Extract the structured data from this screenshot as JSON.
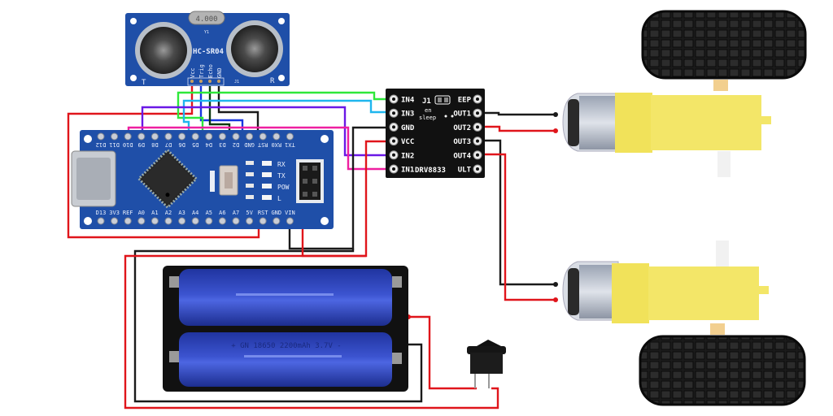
{
  "diagram": {
    "title": "Arduino Nano obstacle-avoiding car wiring",
    "colors": {
      "background": "#ffffff",
      "pcb_blue": "#1f4fa8",
      "driver_black": "#111111",
      "battery_blue": "#2b3fb0",
      "motor_yellow": "#f1e25a",
      "wire_red": "#e0151b",
      "wire_black": "#1a1a1a",
      "wire_green": "#2ee83a",
      "wire_cyan": "#1fb6ee",
      "wire_purple": "#6a18e6",
      "wire_magenta": "#ee1fa0",
      "wire_blue": "#1736e0",
      "wire_darkgreen": "#0c3a10"
    },
    "sensor": {
      "name": "HC-SR04",
      "crystal": "4.000",
      "crystal_ref": "Y1",
      "header_ref": "J1",
      "left_mark": "T",
      "right_mark": "R",
      "pins": [
        "Vcc",
        "Trig",
        "Echo",
        "GND"
      ]
    },
    "driver": {
      "name": "DRV8833",
      "jumper": "J1",
      "jumper_notes": [
        "en",
        "sleep"
      ],
      "left_pins": [
        "IN4",
        "IN3",
        "GND",
        "VCC",
        "IN2",
        "IN1"
      ],
      "right_pins": [
        "EEP",
        "OUT1",
        "OUT2",
        "OUT3",
        "OUT4",
        "ULT"
      ]
    },
    "nano": {
      "top_pins": [
        "D12",
        "D11",
        "D10",
        "D9",
        "D8",
        "D7",
        "D6",
        "D5",
        "D4",
        "D3",
        "D2",
        "GND",
        "RST",
        "RX0",
        "TX1"
      ],
      "bottom_pins": [
        "D13",
        "3V3",
        "REF",
        "A0",
        "A1",
        "A2",
        "A3",
        "A4",
        "A5",
        "A6",
        "A7",
        "5V",
        "RST",
        "GND",
        "VIN"
      ],
      "leds": [
        "RX",
        "TX",
        "POW",
        "L"
      ]
    },
    "battery": {
      "label": "+ GN 18650 2200mAh 3.7V -",
      "cells": 2
    },
    "switch": {
      "name": "rocker switch"
    },
    "motors": [
      {
        "name": "motor-top"
      },
      {
        "name": "motor-bottom"
      }
    ],
    "connections": [
      {
        "from": "HC-SR04 Vcc",
        "to": "Nano 5V",
        "color": "red"
      },
      {
        "from": "HC-SR04 Trig",
        "to": "Nano D2",
        "color": "blue"
      },
      {
        "from": "HC-SR04 Echo",
        "to": "Nano D3",
        "color": "darkgreen"
      },
      {
        "from": "HC-SR04 GND",
        "to": "Nano GND",
        "color": "black"
      },
      {
        "from": "DRV8833 IN4",
        "to": "Nano D5",
        "color": "green"
      },
      {
        "from": "DRV8833 IN3",
        "to": "Nano D6",
        "color": "cyan"
      },
      {
        "from": "DRV8833 IN2",
        "to": "Nano D9",
        "color": "purple"
      },
      {
        "from": "DRV8833 IN1",
        "to": "Nano D10",
        "color": "magenta"
      },
      {
        "from": "DRV8833 GND",
        "to": "Battery -",
        "color": "black"
      },
      {
        "from": "DRV8833 VCC",
        "to": "Switch",
        "color": "red"
      },
      {
        "from": "DRV8833 OUT1/OUT2",
        "to": "Motor top",
        "color": "black/red"
      },
      {
        "from": "DRV8833 OUT3/OUT4",
        "to": "Motor bottom",
        "color": "black/red"
      },
      {
        "from": "Battery +",
        "to": "Switch",
        "color": "red"
      }
    ]
  }
}
